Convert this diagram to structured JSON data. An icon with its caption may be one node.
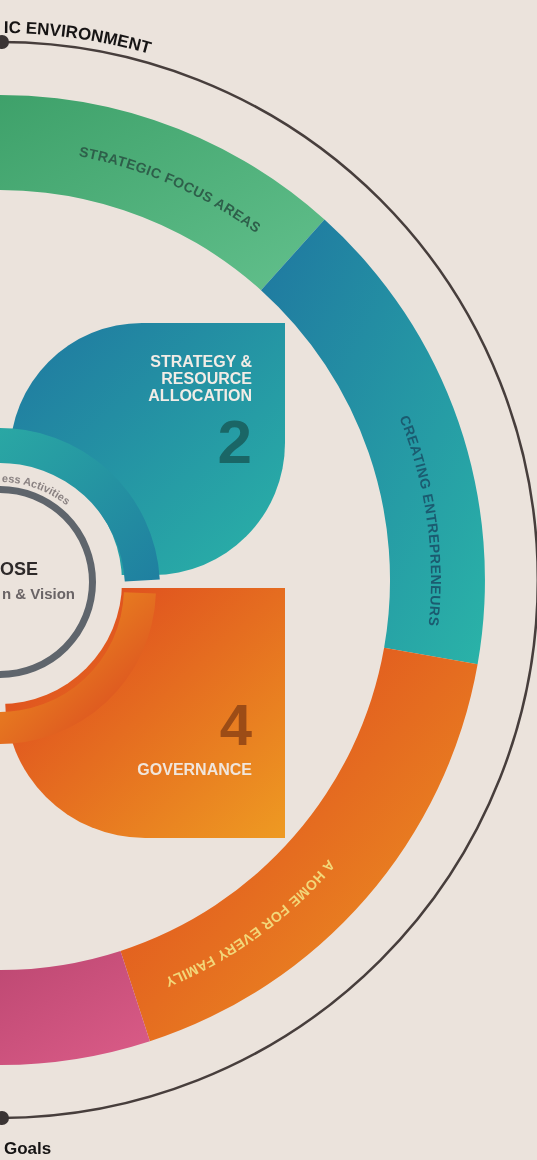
{
  "diagram": {
    "nodes": [
      {
        "text": [
          "STRATEGIC FOCUS AREAS"
        ]
      },
      {
        "text": [
          "CREATING ENTREPRENEURS"
        ]
      },
      {
        "text": [
          "STRATEGY & RESOURCE ALLOCATION",
          "2"
        ]
      },
      {
        "text": [],
        "shape": "band"
      },
      {
        "text": [
          "OSE",
          "n & Vision"
        ]
      },
      {
        "text": [],
        "shape": "band"
      },
      {
        "text": [
          "4",
          "GOVERNANCE"
        ]
      },
      {
        "text": [
          "A HOME FOR EVERY FAMILY"
        ]
      },
      {
        "text": [],
        "shape": "band"
      }
    ],
    "edges": [],
    "labels": [
      "IC ENVIRONMENT",
      "ess Activities",
      "Goals"
    ]
  }
}
